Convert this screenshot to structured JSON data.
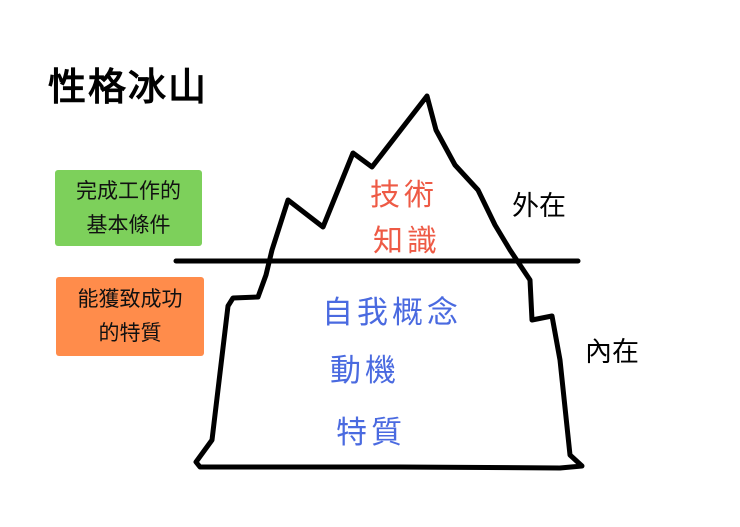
{
  "title": "性格冰山",
  "legend": {
    "green": {
      "line1": "完成工作的",
      "line2": "基本條件",
      "color": "#7dd05b"
    },
    "orange": {
      "line1": "能獲致成功",
      "line2": "的特質",
      "color": "#ff8c4b"
    }
  },
  "iceberg": {
    "above_water": {
      "line1": "技術",
      "line2": "知識",
      "color": "#ee5a45"
    },
    "below_water": {
      "line1": "自我概念",
      "line2": "動機",
      "line3": "特質",
      "color": "#4a6ae0"
    }
  },
  "side_labels": {
    "external": "外在",
    "internal": "內在"
  }
}
